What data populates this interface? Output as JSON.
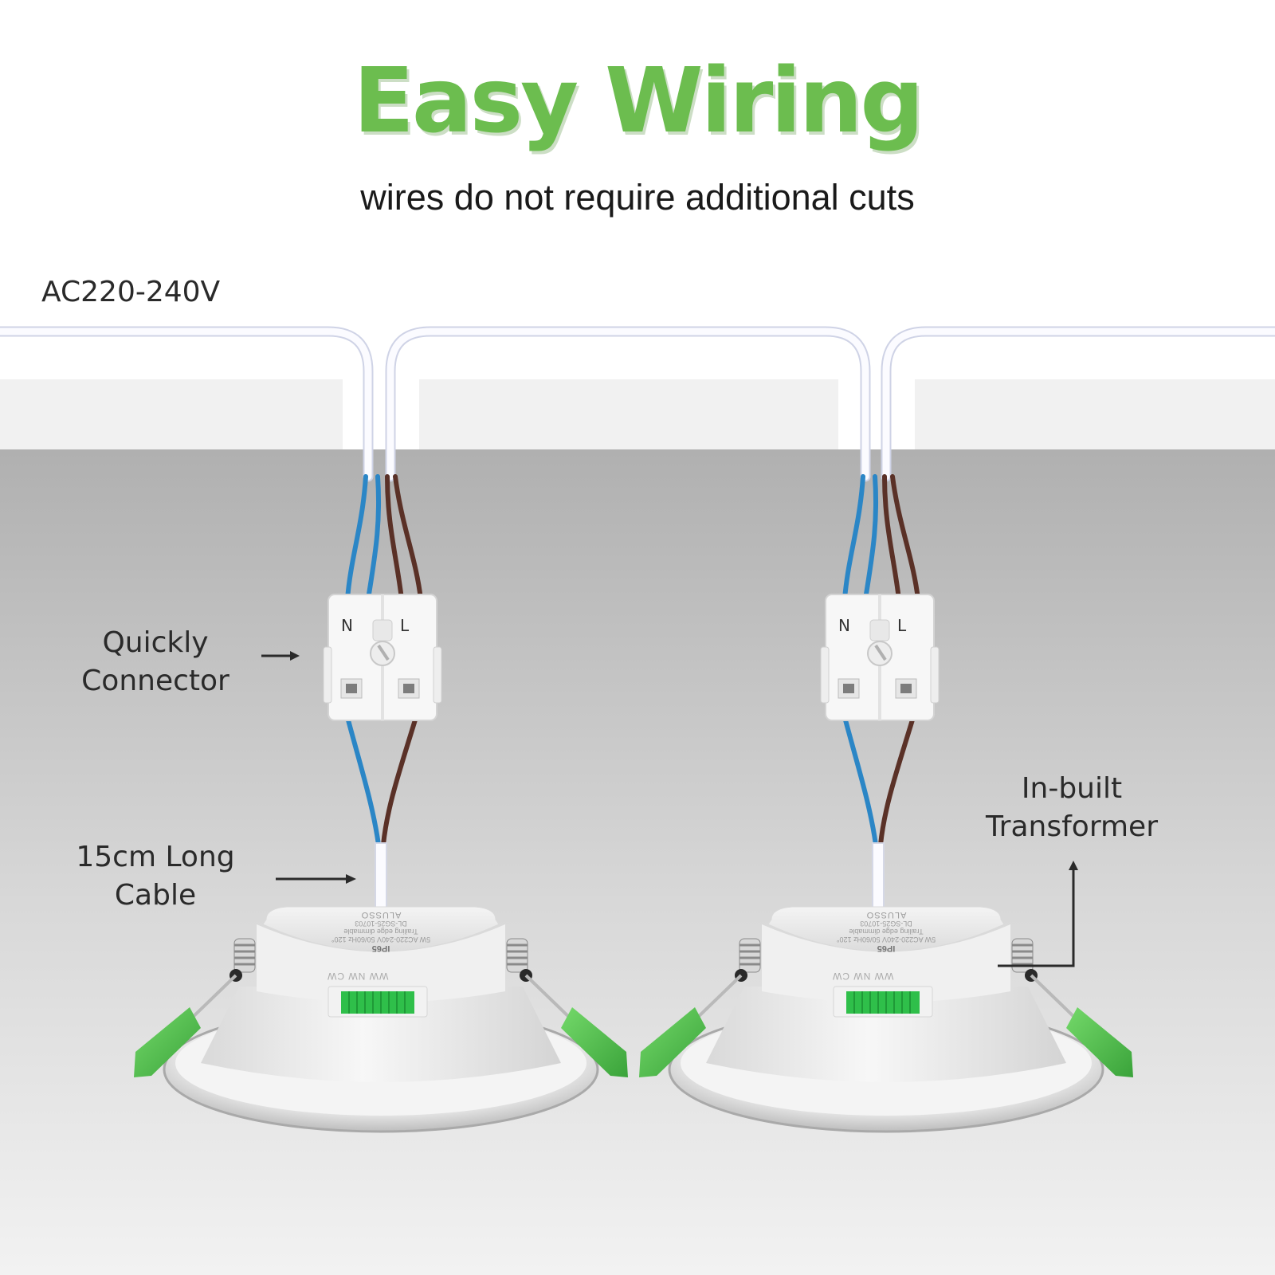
{
  "heading": {
    "title": "Easy Wiring",
    "subtitle": "wires do not require additional cuts"
  },
  "supply_label": "AC220-240V",
  "callouts": {
    "connector": [
      "Quickly",
      "Connector"
    ],
    "cable": [
      "15cm Long",
      "Cable"
    ],
    "transformer": [
      "In-built",
      "Transformer"
    ]
  },
  "connector_terminals": {
    "neutral": "N",
    "live": "L"
  },
  "product_label": {
    "brand": "ALUSSO",
    "model": "DL-SG25-10703",
    "dimming": "Trailing edge dimmable",
    "rating": "5W AC220-240V 50/60Hz 120°",
    "ip": "IP65",
    "cct_options": "WW NW CW"
  },
  "colors": {
    "title_green": "#6cbd4f",
    "neutral_wire": "#2b86c6",
    "live_wire": "#5a3127",
    "cable_sheath": "#ffffff",
    "spring_clip_green": "#4fc34f",
    "ceiling_gray": "#b3b3b3"
  }
}
